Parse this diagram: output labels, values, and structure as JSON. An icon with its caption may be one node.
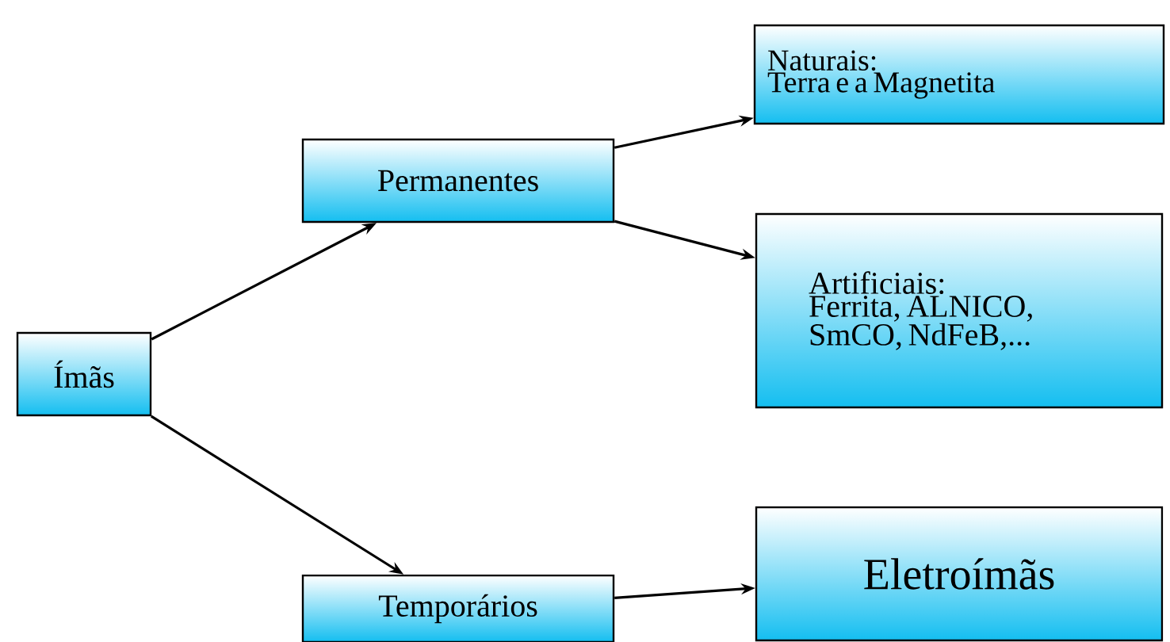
{
  "diagram": {
    "nodes": [
      {
        "text": [
          "Ímãs"
        ]
      },
      {
        "text": [
          "Permanentes"
        ]
      },
      {
        "text": [
          "Naturais:",
          "Terra e a  Magnetita"
        ]
      },
      {
        "text": [
          "Artificiais:",
          "Ferrita, ALNICO, SmCO, NdFeB,..."
        ]
      },
      {
        "text": [
          "Temporários"
        ]
      },
      {
        "text": [
          "Eletroímãs"
        ]
      }
    ],
    "edges": [
      {
        "from": 0,
        "to": 1,
        "arrow": "to"
      },
      {
        "from": 0,
        "to": 4,
        "arrow": "to"
      },
      {
        "from": 1,
        "to": 2,
        "arrow": "to"
      },
      {
        "from": 1,
        "to": 3,
        "arrow": "to"
      },
      {
        "from": 4,
        "to": 5,
        "arrow": "to"
      }
    ]
  }
}
